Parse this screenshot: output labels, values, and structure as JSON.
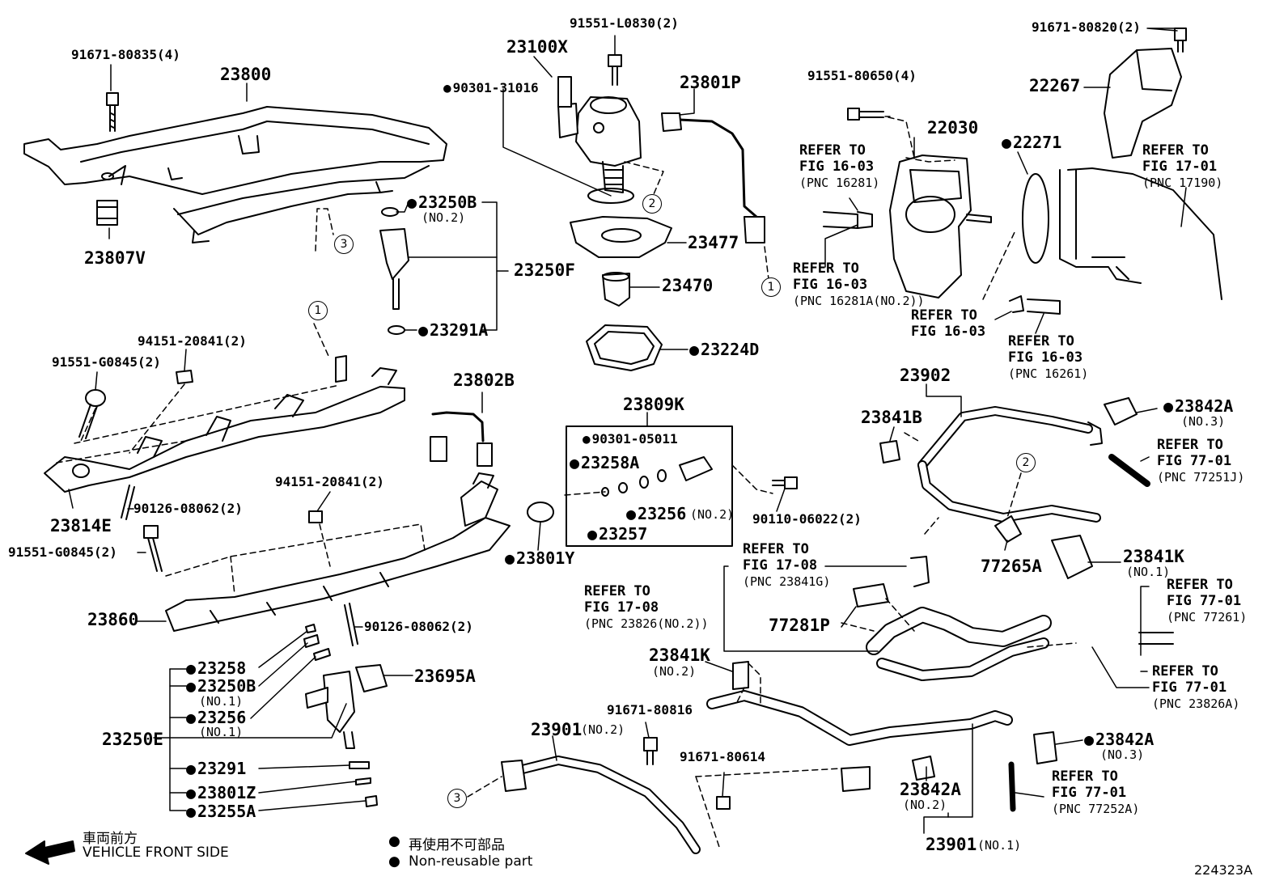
{
  "labels": {
    "p91671_80835": "91671-80835(4)",
    "p23800": "23800",
    "p23807v": "23807V",
    "p91551_l0830": "91551-L0830(2)",
    "p23100x": "23100X",
    "p90301_31016": "90301-31016",
    "p23801p": "23801P",
    "p23250b_top": "23250B",
    "no2_a": "(NO.2)",
    "p23250f": "23250F",
    "p23291a": "23291A",
    "p23477": "23477",
    "p23470": "23470",
    "p23224d": "23224D",
    "p91671_80820": "91671-80820(2)",
    "p22267": "22267",
    "p91551_80650": "91551-80650(4)",
    "p22030": "22030",
    "p22271": "22271",
    "p94151_20841_a": "94151-20841(2)",
    "p91551_g0845_a": "91551-G0845(2)",
    "p23814e": "23814E",
    "p90126_08062_a": "90126-08062(2)",
    "p94151_20841_b": "94151-20841(2)",
    "p91551_g0845_b": "91551-G0845(2)",
    "p23860": "23860",
    "p23802b": "23802B",
    "p23809k": "23809K",
    "p90301_05011": "90301-05011",
    "p23258a": "23258A",
    "p23256_no2": "23256",
    "no2_b": "(NO.2)",
    "p23257": "23257",
    "p23801y": "23801Y",
    "p90110_06022": "90110-06022(2)",
    "p90126_08062_b": "90126-08062(2)",
    "p23258": "23258",
    "p23250b_no1": "23250B",
    "no1_a": "(NO.1)",
    "p23256_no1": "23256",
    "no1_b": "(NO.1)",
    "p23250e": "23250E",
    "p23291": "23291",
    "p23801z": "23801Z",
    "p23255a": "23255A",
    "p23695a": "23695A",
    "p23902": "23902",
    "p23841b": "23841B",
    "p23842a_top": "23842A",
    "no3_a": "(NO.3)",
    "p77265a": "77265A",
    "p23841k_no1": "23841K",
    "no1_c": "(NO.1)",
    "p77281p": "77281P",
    "p23841k_no2": "23841K",
    "no2_c": "(NO.2)",
    "p91671_80816": "91671-80816",
    "p23901_no2": "23901",
    "no2_d": "(NO.2)",
    "p91671_80614": "91671-80614",
    "p23842a_mid": "23842A",
    "no2_e": "(NO.2)",
    "p23842a_right": "23842A",
    "no3_b": "(NO.3)",
    "p23901_no1": "23901",
    "no1_d": "(NO.1)"
  },
  "refs": {
    "r_16281_a": "REFER TO",
    "r_16281_b": "FIG 16-03",
    "r_16281_c": "(PNC 16281)",
    "r_16281a_a": "REFER TO",
    "r_16281a_b": "FIG 16-03",
    "r_16281a_c": "(PNC 16281A(NO.2))",
    "r_1603_a": "REFER TO",
    "r_1603_b": "FIG 16-03",
    "r_16261_a": "REFER TO",
    "r_16261_b": "FIG 16-03",
    "r_16261_c": "(PNC 16261)",
    "r_17190_a": "REFER TO",
    "r_17190_b": "FIG 17-01",
    "r_17190_c": "(PNC 17190)",
    "r_77251j_a": "REFER TO",
    "r_77251j_b": "FIG 77-01",
    "r_77251j_c": "(PNC 77251J)",
    "r_23841g_a": "REFER TO",
    "r_23841g_b": "FIG 17-08",
    "r_23841g_c": "(PNC 23841G)",
    "r_23826_a": "REFER TO",
    "r_23826_b": "FIG 17-08",
    "r_23826_c": "(PNC 23826(NO.2))",
    "r_77261_a": "REFER TO",
    "r_77261_b": "FIG 77-01",
    "r_77261_c": "(PNC 77261)",
    "r_23826a_a": "REFER TO",
    "r_23826a_b": "FIG 77-01",
    "r_23826a_c": "(PNC 23826A)",
    "r_77252a_a": "REFER TO",
    "r_77252a_b": "FIG 77-01",
    "r_77252a_c": "(PNC 77252A)"
  },
  "callouts": {
    "c1a": "1",
    "c1b": "1",
    "c2a": "2",
    "c2b": "2",
    "c3a": "3",
    "c3b": "3"
  },
  "legend": {
    "vehicle_jp": "車両前方",
    "vehicle_en": "VEHICLE FRONT SIDE",
    "nonreuse_jp": "再使用不可部品",
    "nonreuse_en": "Non-reusable part",
    "figure_id": "224323A"
  }
}
